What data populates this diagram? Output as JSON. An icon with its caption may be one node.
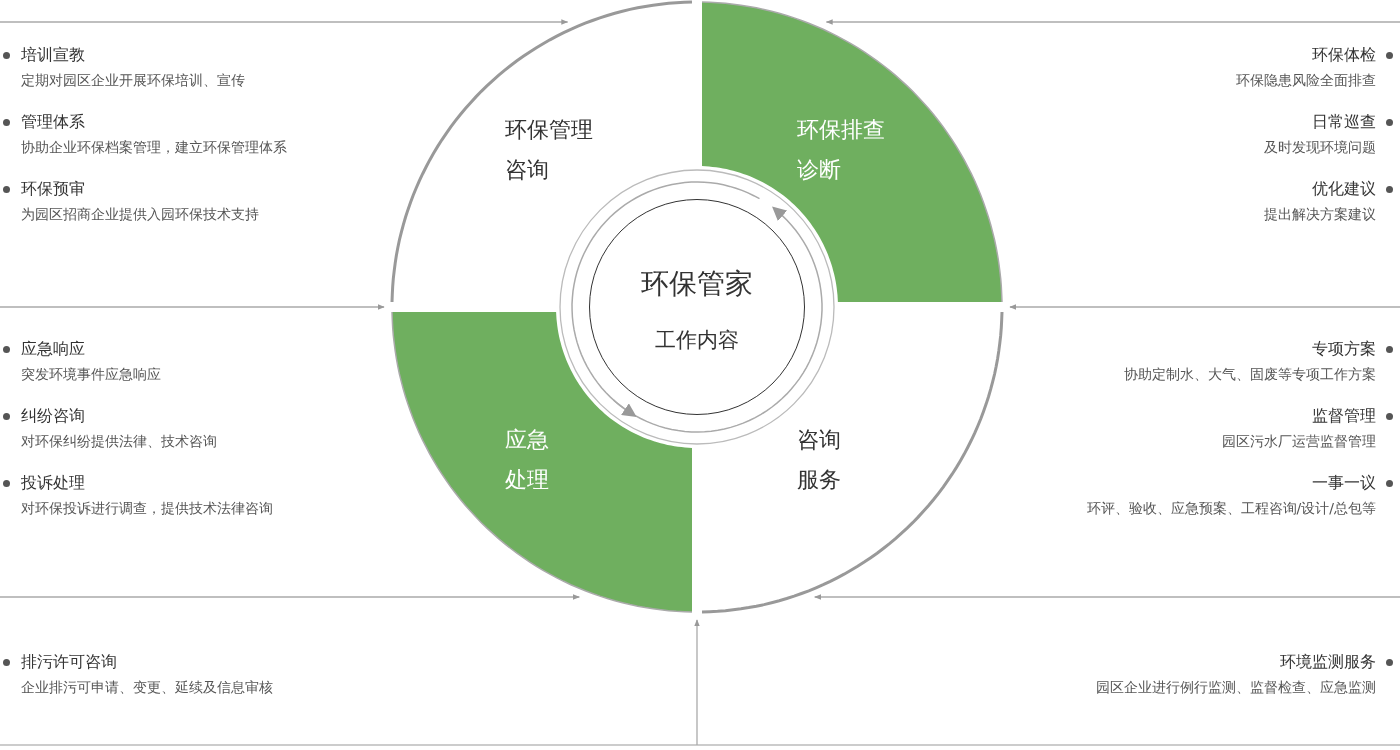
{
  "diagram": {
    "nodes": [
      {
        "text": [
          "环保管家",
          "工作内容"
        ]
      },
      {
        "text": [
          "环保管理咨询"
        ]
      },
      {
        "text": [
          "环保排查诊断"
        ]
      },
      {
        "text": [
          "应急处理"
        ]
      },
      {
        "text": [
          "咨询服务"
        ]
      }
    ],
    "edges": [
      {
        "from": null,
        "to": 1,
        "arrow": "to"
      },
      {
        "from": null,
        "to": 2,
        "arrow": "to"
      },
      {
        "from": null,
        "to": 3,
        "arrow": "to"
      },
      {
        "from": null,
        "to": 4,
        "arrow": "to"
      },
      {
        "from": null,
        "to": 3,
        "arrow": "to"
      },
      {
        "from": null,
        "to": 4,
        "arrow": "to"
      },
      {
        "from": null,
        "to": 3,
        "arrow": "to"
      }
    ],
    "labels": [
      "培训宣教",
      "定期对园区企业开展环保培训、宣传",
      "管理体系",
      "协助企业环保档案管理，建立环保管理体系",
      "环保预审",
      "为园区招商企业提供入园环保技术支持",
      "环保体检",
      "环保隐患风险全面排查",
      "日常巡查",
      "及时发现环境问题",
      "优化建议",
      "提出解决方案建议",
      "应急响应",
      "突发环境事件应急响应",
      "纠纷咨询",
      "对环保纠纷提供法律、技术咨询",
      "投诉处理",
      "对环保投诉进行调查，提供技术法律咨询",
      "专项方案",
      "协助定制水、大气、固废等专项工作方案",
      "监督管理",
      "园区污水厂运营监督管理",
      "一事一议",
      "环评、验收、应急预案、工程咨询/设计/总包等",
      "排污许可咨询",
      "企业排污可申请、变更、延续及信息审核",
      "环境监测服务",
      "园区企业进行例行监测、监督检查、应急监测"
    ]
  }
}
